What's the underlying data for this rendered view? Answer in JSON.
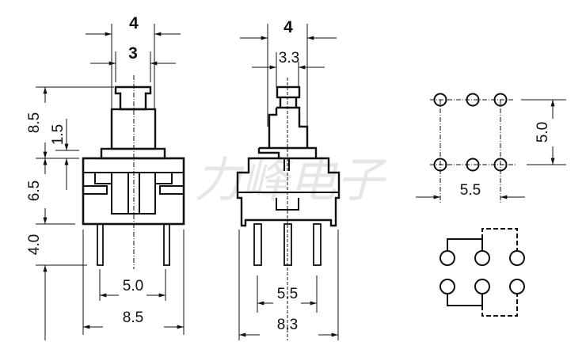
{
  "watermark": "力峰电子",
  "front_view": {
    "button_outer_width": "4",
    "button_inner_width": "3",
    "height_total": "8.5",
    "collar_height": "1.5",
    "body_height": "6.5",
    "pin_length": "4.0",
    "pin_spacing": "5.0",
    "body_width": "8.5"
  },
  "side_view": {
    "button_outer_width": "4",
    "button_inner_width": "3.3",
    "pin_spacing": "5.5",
    "body_width": "8.3"
  },
  "pcb_layout": {
    "row_spacing": "5.0",
    "column_spacing": "5.5"
  }
}
